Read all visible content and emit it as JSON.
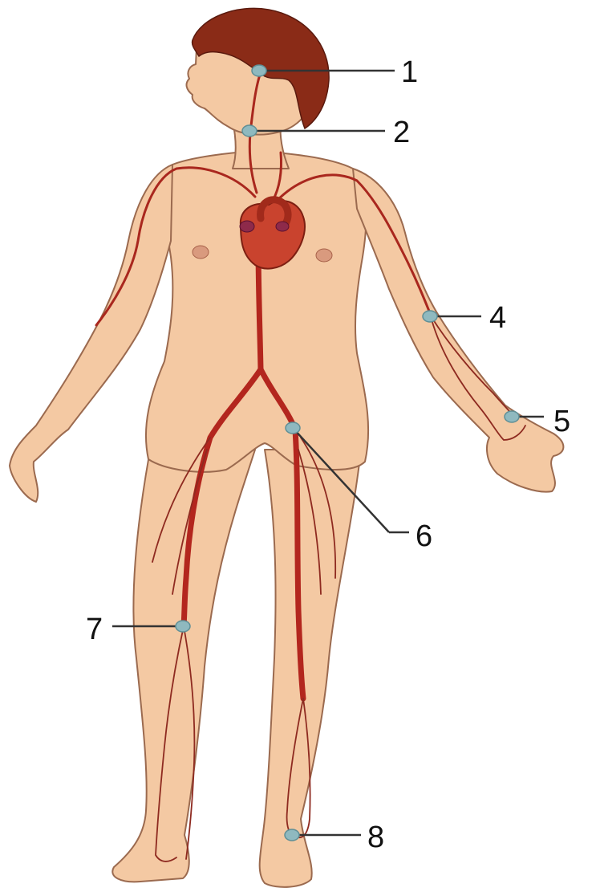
{
  "diagram": {
    "labels": [
      {
        "id": "temporal",
        "text": "1"
      },
      {
        "id": "carotid",
        "text": "2"
      },
      {
        "id": "brachial",
        "text": "4"
      },
      {
        "id": "radial",
        "text": "5"
      },
      {
        "id": "femoral",
        "text": "6"
      },
      {
        "id": "popliteal",
        "text": "7"
      },
      {
        "id": "dorsalis-pedis",
        "text": "8"
      }
    ]
  },
  "colors": {
    "skin": "#f4c9a3",
    "artery": "#b3261e",
    "heart": "#c9432e",
    "hair": "#8a2b17",
    "pulse_point": "#8fb9bf"
  }
}
